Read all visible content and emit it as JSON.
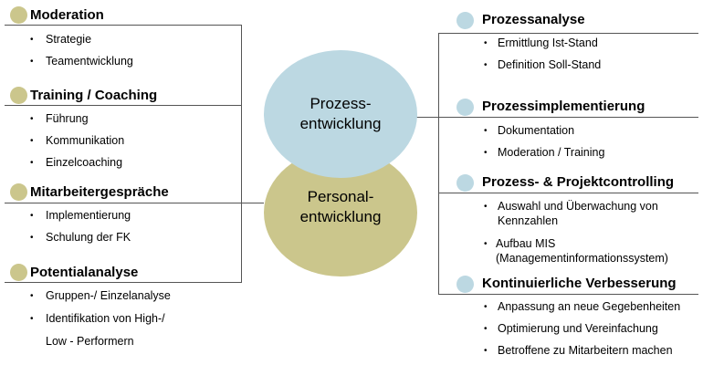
{
  "center": {
    "top": [
      "Prozess-",
      "entwicklung"
    ],
    "bottom": [
      "Personal-",
      "entwicklung"
    ],
    "colors": {
      "top": "#bcd8e2",
      "bottom": "#cbc68c"
    }
  },
  "left": [
    {
      "heading": "Moderation",
      "items": [
        "Strategie",
        "Teamentwicklung"
      ]
    },
    {
      "heading": "Training / Coaching",
      "items": [
        "Führung",
        "Kommunikation",
        "Einzelcoaching"
      ]
    },
    {
      "heading": "Mitarbeitergespräche",
      "items": [
        "Implementierung",
        "Schulung der FK"
      ]
    },
    {
      "heading": "Potentialanalyse",
      "items": [
        "Gruppen-/ Einzelanalyse",
        "Identifikation von High-/",
        "Low - Performern"
      ]
    }
  ],
  "right": [
    {
      "heading": "Prozessanalyse",
      "items": [
        "Ermittlung Ist-Stand",
        "Definition Soll-Stand"
      ]
    },
    {
      "heading": "Prozessimplementierung",
      "items": [
        "Dokumentation",
        "Moderation / Training"
      ]
    },
    {
      "heading": "Prozess- & Projektcontrolling",
      "items": [
        "Auswahl und Überwachung von",
        "Kennzahlen",
        "Aufbau MIS",
        "(Managementinformationssystem)"
      ]
    },
    {
      "heading": "Kontinuierliche Verbesserung",
      "items": [
        "Anpassung an neue Gegebenheiten",
        "Optimierung und Vereinfachung",
        "Betroffene zu Mitarbeitern machen"
      ]
    }
  ],
  "bullet_glyph": "•"
}
